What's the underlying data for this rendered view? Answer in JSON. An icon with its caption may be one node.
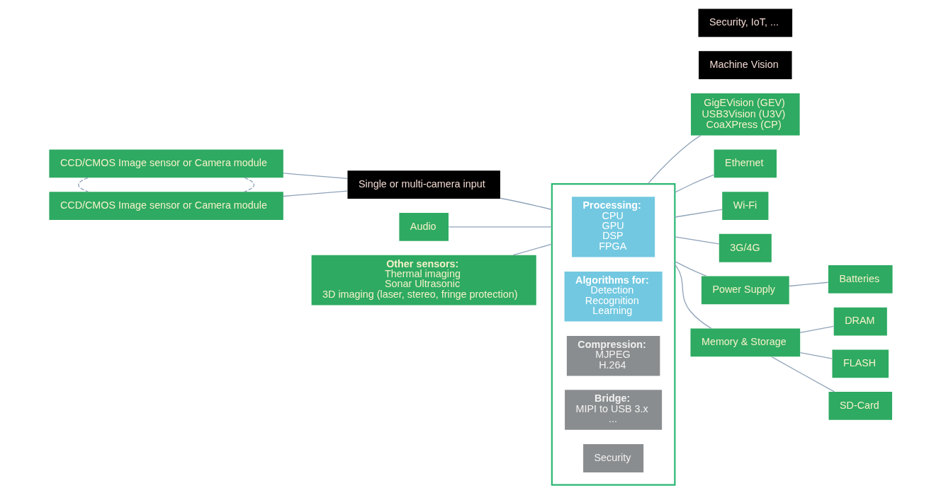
{
  "diagram": {
    "nodes": [
      {
        "text": [
          "CCD/CMOS Image sensor or Camera module"
        ]
      },
      {
        "text": [
          "CCD/CMOS Image sensor or Camera module"
        ]
      },
      {
        "text": [
          "Single or multi-camera input"
        ]
      },
      {
        "text": [
          "Audio"
        ]
      },
      {
        "text": [
          "Other sensors:",
          "Thermal imaging",
          "Sonar Ultrasonic",
          "3D imaging (laser, stereo, fringe protection)"
        ]
      },
      {
        "text": [],
        "shape": "box"
      },
      {
        "text": [
          "Processing:",
          "CPU",
          "GPU",
          "DSP",
          "FPGA"
        ],
        "in": 5
      },
      {
        "text": [
          "Algorithms for:",
          "Detection",
          "Recognition",
          "Learning"
        ],
        "in": 5
      },
      {
        "text": [
          "Compression:",
          "MJPEG",
          "H.264"
        ],
        "in": 5
      },
      {
        "text": [
          "Bridge:",
          "MIPI to USB 3.x",
          "..."
        ],
        "in": 5
      },
      {
        "text": [
          "Security"
        ],
        "in": 5
      },
      {
        "text": [
          "Machine Vision"
        ]
      },
      {
        "text": [
          "GigEVision (GEV)",
          "USB3Vision (U3V)",
          "CoaXPress (CP)"
        ]
      },
      {
        "text": [
          "Security, IoT, ..."
        ]
      },
      {
        "text": [
          "Ethernet"
        ]
      },
      {
        "text": [
          "Wi-Fi"
        ]
      },
      {
        "text": [
          "3G/4G"
        ]
      },
      {
        "text": [
          "Power Supply"
        ]
      },
      {
        "text": [
          "Batteries"
        ]
      },
      {
        "text": [
          "Memory & Storage"
        ]
      },
      {
        "text": [
          "DRAM"
        ]
      },
      {
        "text": [
          "FLASH"
        ]
      },
      {
        "text": [
          "SD-Card"
        ]
      }
    ],
    "edges": [
      {
        "from": 0,
        "to": 2,
        "arrow": "none"
      },
      {
        "from": 1,
        "to": 2,
        "arrow": "none"
      },
      {
        "from": 0,
        "to": 1,
        "arrow": "none",
        "style": "dashed"
      },
      {
        "from": 0,
        "to": 1,
        "arrow": "none",
        "style": "dashed"
      },
      {
        "from": 2,
        "to": 5,
        "arrow": "none"
      },
      {
        "from": 3,
        "to": 5,
        "arrow": "none"
      },
      {
        "from": 4,
        "to": 5,
        "arrow": "none"
      },
      {
        "from": 5,
        "to": 12,
        "arrow": "none"
      },
      {
        "from": 5,
        "to": 14,
        "arrow": "none"
      },
      {
        "from": 5,
        "to": 15,
        "arrow": "none"
      },
      {
        "from": 5,
        "to": 16,
        "arrow": "none"
      },
      {
        "from": 5,
        "to": 17,
        "arrow": "none"
      },
      {
        "from": 17,
        "to": 18,
        "arrow": "none"
      },
      {
        "from": 5,
        "to": 19,
        "arrow": "none"
      },
      {
        "from": 19,
        "to": 20,
        "arrow": "none"
      },
      {
        "from": 19,
        "to": 21,
        "arrow": "none"
      },
      {
        "from": 19,
        "to": 22,
        "arrow": "none"
      }
    ]
  }
}
